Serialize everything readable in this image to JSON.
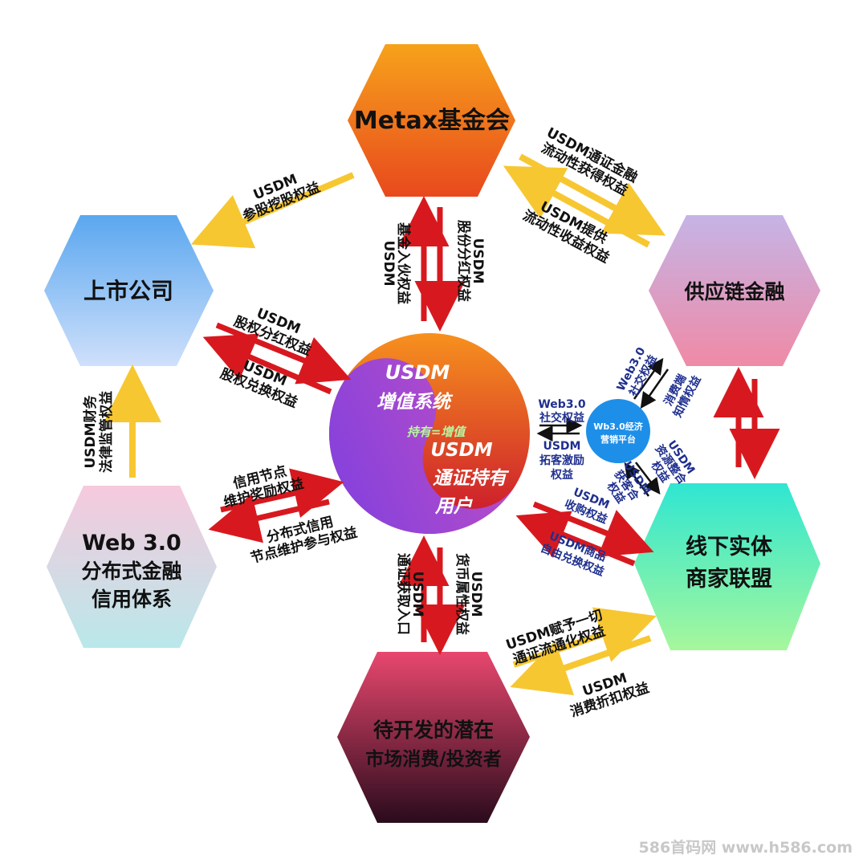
{
  "nodes": {
    "metax": {
      "label": "Metax基金会"
    },
    "listed": {
      "label": "上市公司"
    },
    "supply": {
      "label": "供应链金融"
    },
    "web3": {
      "lines": [
        "Web 3.0",
        "分布式金融",
        "信用体系"
      ]
    },
    "offline": {
      "lines": [
        "线下实体",
        "商家联盟"
      ]
    },
    "market": {
      "lines": [
        "待开发的潜在",
        "市场消费/投资者"
      ]
    }
  },
  "center": {
    "top_title": "USDM",
    "top_sub": "增值系统",
    "middle": "持有=增值",
    "bottom_title": "USDM",
    "bottom_sub1": "通证持有",
    "bottom_sub2": "用户"
  },
  "hub": {
    "lines": [
      "Wb3.0经济",
      "营销平台"
    ]
  },
  "flows": {
    "metax_listed": [
      "USDM",
      "参股挖股权益"
    ],
    "metax_supply_1": [
      "USDM通证金融",
      "流动性获得权益"
    ],
    "metax_supply_2": [
      "USDM提供",
      "流动性收益权益"
    ],
    "metax_center_left": [
      "基金入伙权益",
      "USDM"
    ],
    "metax_center_right": [
      "股份分红权益",
      "USDM"
    ],
    "listed_center_1": [
      "USDM",
      "股权分红权益"
    ],
    "listed_center_2": [
      "USDM",
      "股权兑换权益"
    ],
    "web3_listed": [
      "USDM财务",
      "法律监管权益"
    ],
    "web3_center_1": [
      "信用节点",
      "维护奖励权益"
    ],
    "web3_center_2": [
      "分布式信用",
      "节点维护参与权益"
    ],
    "center_hub_1": [
      "Web3.0",
      "社交权益"
    ],
    "center_hub_2": [
      "USDM",
      "拓客激励",
      "权益"
    ],
    "hub_supply_1": [
      "Web3.0",
      "社交权益"
    ],
    "hub_supply_2": [
      "消费端",
      "知情权益"
    ],
    "hub_offline_1": [
      "USDM",
      "资源整合",
      "权益"
    ],
    "hub_offline_2": [
      "USDM",
      "获客合",
      "权益"
    ],
    "offline_center_1": [
      "USDM",
      "收购权益"
    ],
    "offline_center_2": [
      "USDM商品",
      "自由兑换权益"
    ],
    "market_center_left": [
      "通证获取入口",
      "USDM"
    ],
    "market_center_right": [
      "货币属性权益",
      "USDM"
    ],
    "market_offline_1": [
      "USDM赋予一切",
      "通证流通化权益"
    ],
    "market_offline_2": [
      "USDM",
      "消费折扣权益"
    ]
  },
  "watermark": "586首码网  www.h586.com"
}
